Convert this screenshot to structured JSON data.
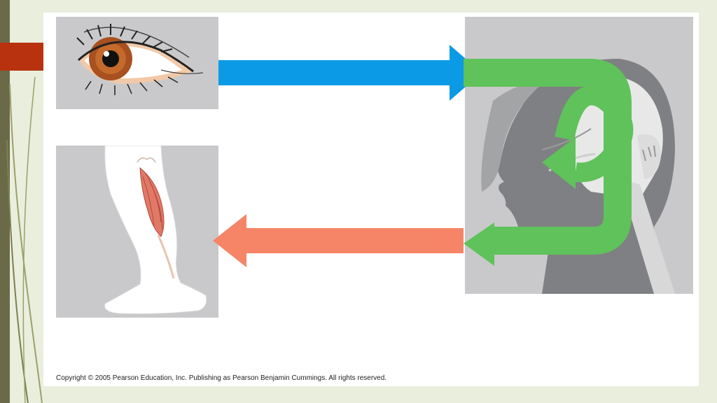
{
  "slide": {
    "copyright": "Copyright © 2005 Pearson Education, Inc. Publishing as Pearson Benjamin Cummings. All rights reserved."
  },
  "icons": {
    "eye": "eye-illustration",
    "leg": "leg-muscle-illustration",
    "head": "head-skull-illustration"
  },
  "colors": {
    "afferent_arrow": "#0a9ae6",
    "efferent_arrow": "#f68466",
    "integration_arrow": "#5fc25a",
    "panel": "#c9c9cb",
    "accent": "#b8320f"
  }
}
